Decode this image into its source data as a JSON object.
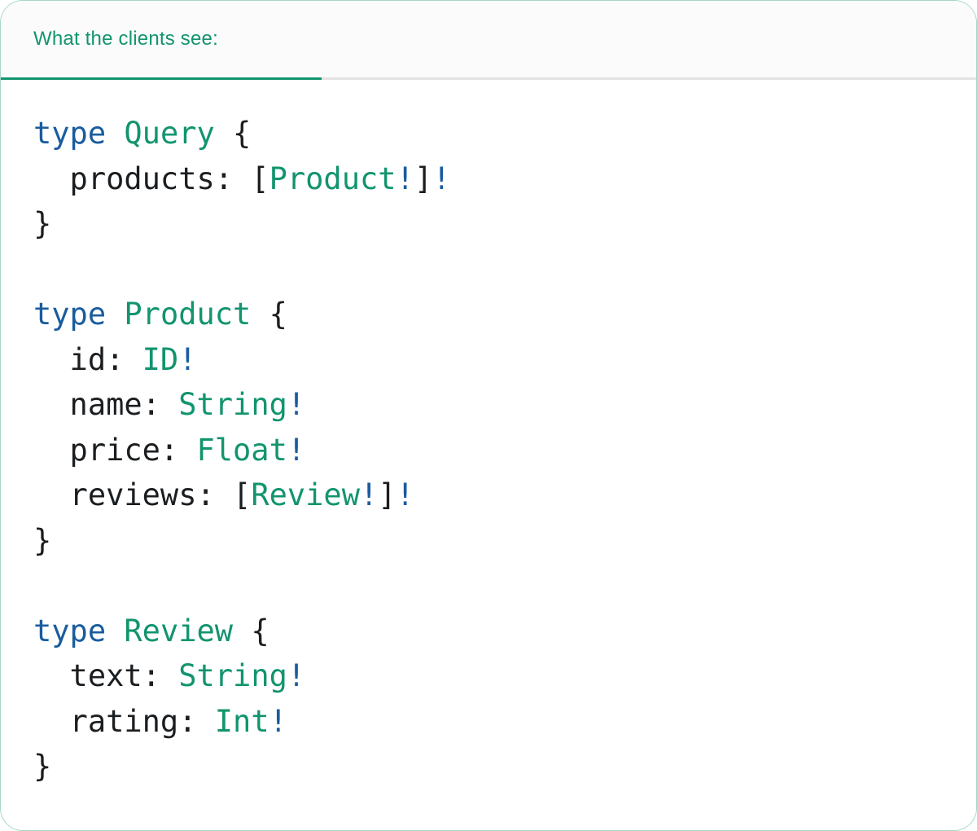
{
  "card": {
    "tab_label": "What the clients see:"
  },
  "colors": {
    "accent_green": "#12946f",
    "keyword_blue": "#1a5c9e",
    "code_dark": "#1b1e21",
    "divider_gray": "#e3e3e3",
    "header_bg": "#fbfbfb",
    "card_bg": "#ffffff"
  },
  "code": {
    "language": "graphql",
    "lines": [
      {
        "tokens": [
          {
            "kind": "keyword",
            "text": "type"
          },
          {
            "kind": "plain",
            "text": " "
          },
          {
            "kind": "typename",
            "text": "Query"
          },
          {
            "kind": "plain",
            "text": " {"
          }
        ]
      },
      {
        "tokens": [
          {
            "kind": "plain",
            "text": "  products: ["
          },
          {
            "kind": "typename",
            "text": "Product"
          },
          {
            "kind": "bang",
            "text": "!"
          },
          {
            "kind": "plain",
            "text": "]"
          },
          {
            "kind": "bang",
            "text": "!"
          }
        ]
      },
      {
        "tokens": [
          {
            "kind": "plain",
            "text": "}"
          }
        ]
      },
      {
        "tokens": []
      },
      {
        "tokens": [
          {
            "kind": "keyword",
            "text": "type"
          },
          {
            "kind": "plain",
            "text": " "
          },
          {
            "kind": "typename",
            "text": "Product"
          },
          {
            "kind": "plain",
            "text": " {"
          }
        ]
      },
      {
        "tokens": [
          {
            "kind": "plain",
            "text": "  id: "
          },
          {
            "kind": "typename",
            "text": "ID"
          },
          {
            "kind": "bang",
            "text": "!"
          }
        ]
      },
      {
        "tokens": [
          {
            "kind": "plain",
            "text": "  name: "
          },
          {
            "kind": "typename",
            "text": "String"
          },
          {
            "kind": "bang",
            "text": "!"
          }
        ]
      },
      {
        "tokens": [
          {
            "kind": "plain",
            "text": "  price: "
          },
          {
            "kind": "typename",
            "text": "Float"
          },
          {
            "kind": "bang",
            "text": "!"
          }
        ]
      },
      {
        "tokens": [
          {
            "kind": "plain",
            "text": "  reviews: ["
          },
          {
            "kind": "typename",
            "text": "Review"
          },
          {
            "kind": "bang",
            "text": "!"
          },
          {
            "kind": "plain",
            "text": "]"
          },
          {
            "kind": "bang",
            "text": "!"
          }
        ]
      },
      {
        "tokens": [
          {
            "kind": "plain",
            "text": "}"
          }
        ]
      },
      {
        "tokens": []
      },
      {
        "tokens": [
          {
            "kind": "keyword",
            "text": "type"
          },
          {
            "kind": "plain",
            "text": " "
          },
          {
            "kind": "typename",
            "text": "Review"
          },
          {
            "kind": "plain",
            "text": " {"
          }
        ]
      },
      {
        "tokens": [
          {
            "kind": "plain",
            "text": "  text: "
          },
          {
            "kind": "typename",
            "text": "String"
          },
          {
            "kind": "bang",
            "text": "!"
          }
        ]
      },
      {
        "tokens": [
          {
            "kind": "plain",
            "text": "  rating: "
          },
          {
            "kind": "typename",
            "text": "Int"
          },
          {
            "kind": "bang",
            "text": "!"
          }
        ]
      },
      {
        "tokens": [
          {
            "kind": "plain",
            "text": "}"
          }
        ]
      }
    ]
  }
}
